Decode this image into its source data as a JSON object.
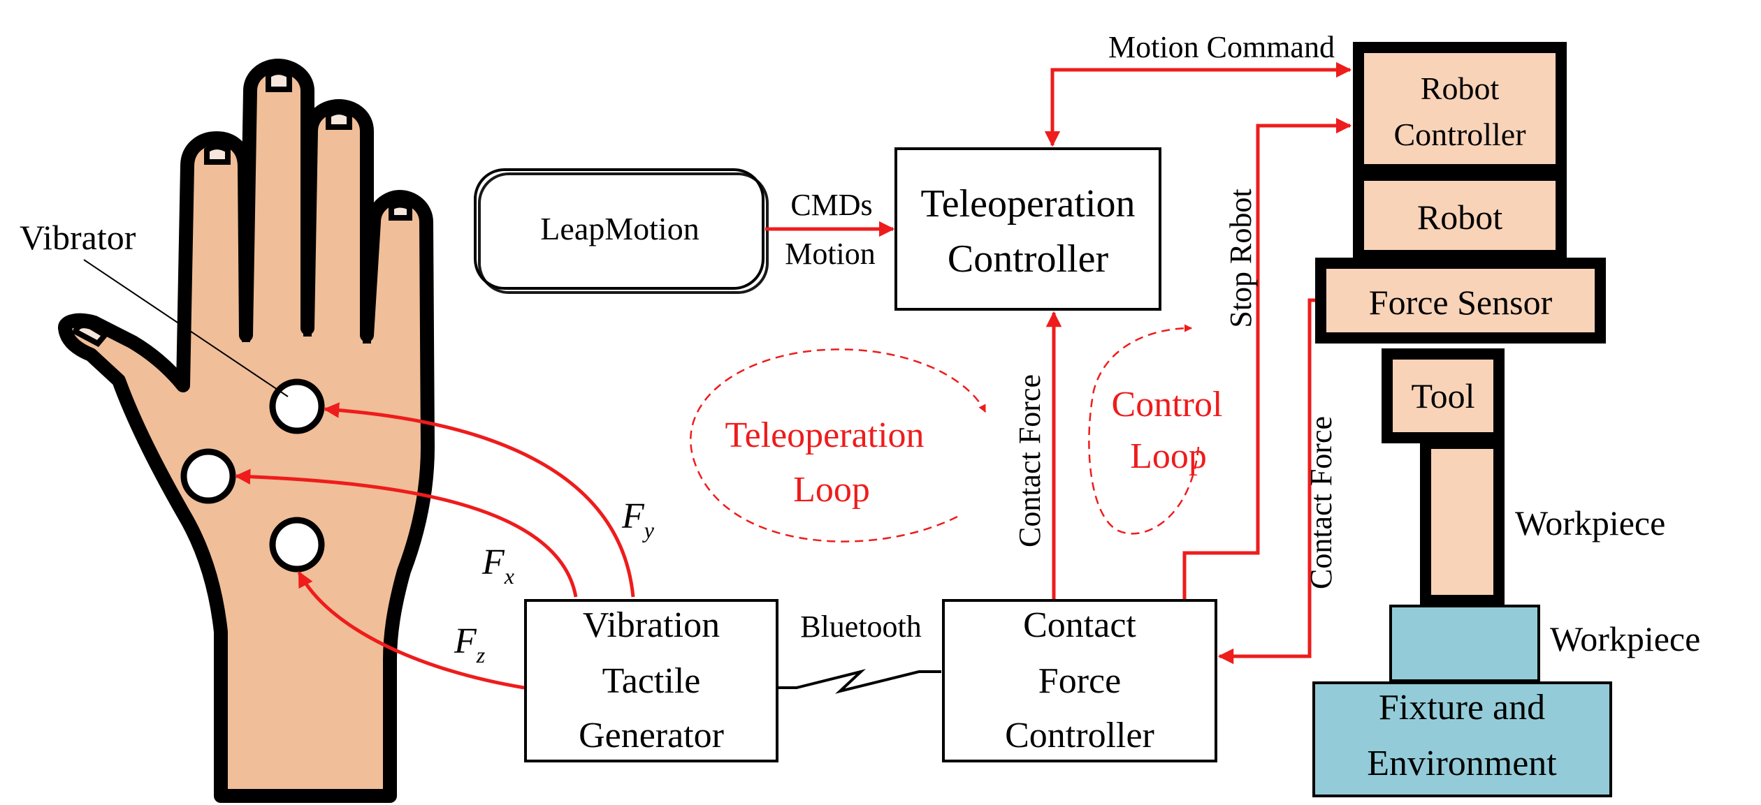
{
  "labels": {
    "vibrator": "Vibrator",
    "leap_motion": "LeapMotion",
    "cmds": "CMDs",
    "motion": "Motion",
    "teleop_line1": "Teleoperation",
    "teleop_line2": "Controller",
    "motion_command": "Motion Command",
    "robot_controller_line1": "Robot",
    "robot_controller_line2": "Controller",
    "robot": "Robot",
    "force_sensor": "Force Sensor",
    "tool": "Tool",
    "workpiece_upper": "Workpiece",
    "workpiece_lower": "Workpiece",
    "fixture_line1": "Fixture and",
    "fixture_line2": "Environment",
    "stop_robot": "Stop Robot",
    "contact_force_left": "Contact Force",
    "contact_force_right": "Contact Force",
    "teleop_loop_line1": "Teleoperation",
    "teleop_loop_line2": "Loop",
    "control_loop_line1": "Control",
    "control_loop_line2": "Loop",
    "vtg_line1": "Vibration",
    "vtg_line2": "Tactile",
    "vtg_line3": "Generator",
    "bluetooth": "Bluetooth",
    "cfc_line1": "Contact",
    "cfc_line2": "Force",
    "cfc_line3": "Controller",
    "fy": "F",
    "fy_sub": "y",
    "fx": "F",
    "fx_sub": "x",
    "fz": "F",
    "fz_sub": "z"
  },
  "colors": {
    "arrow_red": "#ee1c1c",
    "skin": "#f0be98",
    "robot_fill": "#f8d3b8",
    "workpiece_fill": "#93ccd8",
    "outline": "#000000"
  }
}
